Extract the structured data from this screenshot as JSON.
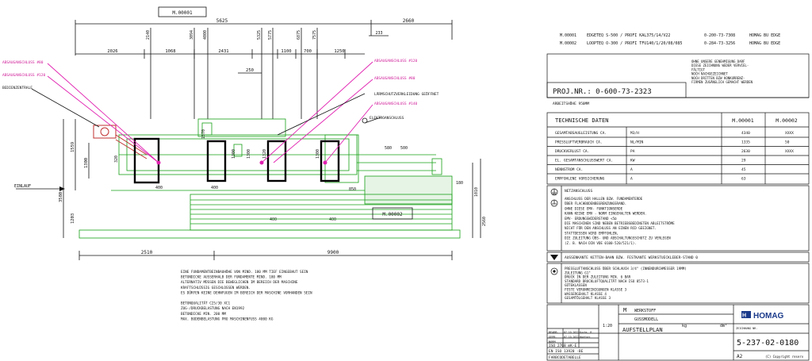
{
  "drawing": {
    "top_label": "M.00001",
    "mid_label": "M.00002",
    "dims_top": {
      "d1": "5625",
      "d2": "2660",
      "d3": "233",
      "d4": "2026",
      "d5": "1068",
      "d6": "2431",
      "d7": "1100",
      "d8": "700",
      "d9": "1250",
      "d10": "250",
      "v1": "2140",
      "v2": "3094",
      "v3": "4000",
      "v4": "5325",
      "v5": "5775",
      "v6": "6875",
      "v7": "7575"
    },
    "dims_left": {
      "a": "1300",
      "b": "1559",
      "c": "3580",
      "d": "1203",
      "e": "320"
    },
    "dims_inner": {
      "a": "400",
      "b": "400",
      "c": "1570",
      "d": "1300",
      "e": "1300",
      "f": "1320",
      "g": "1300",
      "h": "400",
      "i": "400",
      "j": "850",
      "k": "580",
      "l": "180",
      "m": "500",
      "n": "1010",
      "o": "2560"
    },
    "dims_bottom": {
      "a": "2510",
      "b": "9900"
    },
    "labels": {
      "bedien": "BEDIENZENTRALE",
      "abs1": "ABSAUGANSCHLUSS #80",
      "abs2": "ABSAUGANSCHLUSS #120",
      "abs3": "ABSAUGANSCHLUSS #120",
      "abs4": "ABSAUGANSCHLUSS #80",
      "abs5": "ABSAUGANSCHLUSS #140",
      "laerm": "LÄRMSCHUTZVERKLEIDUNG GEÖFFNET",
      "elektro": "ELEKTROANSCHLUSS",
      "einlauf": "EINLAUF"
    },
    "notes": [
      "EINE FUNDAMENTBEINBAUHÖHE VON MIND. 180 MM TIEF EINGEBAUT SEIN",
      "BETONDICKE AUSSERHALB DER FUNDAMENTE MIND. 180 MM",
      "ALTERNATIV MÜSSEN DIE BEWEGLICHEN IM BEREICH DER MASCHINE",
      "KRAFTSCHLÜSSIG GESCHLOSSEN WERDEN.",
      "ES DÜRFEN KEINE DEHNFUGEN IM BEREICH DER MASCHINE VORHANDEN SEIN",
      "",
      "BETONQUALITÄT C25/30 XC1",
      "ZUG-/DRUCKBELASTUNG          NACH     EN1992",
      "BETONDICKE MIN. 200 MM",
      "MAX. BODENBELASTUNG PRO MASCHINENFUSS 4000 KG"
    ]
  },
  "machines": [
    {
      "id": "M.00001",
      "desc": "EDGETEQ S-500 / PROFI KAL375/14/V22",
      "num": "0-200-73-7308",
      "maker": "HOMAG BU EDGE"
    },
    {
      "id": "M.00002",
      "desc": "LOOPTEQ O-300 / PROFI TFU140/1/20/08/085",
      "num": "0-284-73-3256",
      "maker": "HOMAG BU EDGE"
    }
  ],
  "copyright_note": [
    "OHNE UNSERE GENEHMIGUNG DARF",
    "DIESE ZEICHNUNG WEDER VERVIEL-",
    "FÄLTIGT",
    "NOCH NACHGEZEICHNET",
    "NOCH DRITTEN BZW KONKURRENZ-",
    "FIRMEN ZUGÄNGLICH GEMACHT WERDEN"
  ],
  "proj": {
    "label": "PROJ.NR.: 0-600-73-2323",
    "arbeitshoehe": "ARBEITSHÖHE 950MM"
  },
  "tech": {
    "header": "TECHNISCHE DATEN",
    "col1": "M.00001",
    "col2": "M.00002",
    "rows": [
      {
        "label": "GESAMTABSAUGLEISTUNG CA.",
        "unit": "M3/H",
        "v1": "4340",
        "v2": "XXXX"
      },
      {
        "label": "PRESSLUFTVERBRAUCH CA.",
        "unit": "NL/MIN",
        "v1": "1335",
        "v2": "50"
      },
      {
        "label": "DRUCKVERLUST CA.",
        "unit": "PA",
        "v1": "2630",
        "v2": "XXXX"
      },
      {
        "label": "EL. GESAMTANSCHLUSSWERT CA.",
        "unit": "KW",
        "v1": "29",
        "v2": ""
      },
      {
        "label": "NENNSTROM CA.",
        "unit": "A",
        "v1": "45",
        "v2": ""
      },
      {
        "label": "EMPFOHLENE VORSICHERUNG",
        "unit": "A",
        "v1": "63",
        "v2": ""
      }
    ]
  },
  "netz": {
    "title": "NETZANSCHLUSS",
    "lines": [
      "ANSCHLUSS DER HALLEN BZW. FUNDAMENTERDE",
      "ÜBER FLACHBODENBEGRENZUNGSRAND.",
      "OHNE DIESE EMV- FUNKTIONSERDE",
      "KANN KEINE EMV - NORM EINGEHALTEN WERDEN.",
      "EMV- ERDUNGSWIDERSTAND <5Ω",
      "DIE MASCHINEN SIND NEBEN BETRIEBSBEDINGTEN ABLEITSTRÖME",
      "NICHT FÜR DEN ANSCHLUSS AN EINEN RCD GEEIGNET.",
      "STATTDESSEN WIRD EMPFOHLEN,",
      "DIE ZULEITUNG ÜBS- UND ABSCHALTUNGSSCHUTZ ZU VERLEGEN",
      "(Z. B. NACH DIN VDE 0100-520/521/1)."
    ]
  },
  "kette": "AUSSENKANTE KETTEN-BAHN BZW. FESTKANTE WERKSTUECKLEBER-STAND 0",
  "press": {
    "lines": [
      "PRESSLUFTANSCHLUSS ÜBER SCHLAUCH 3/4\" (INNENDURCHMESSER 19MM)",
      "ZULEITUNG G1\"",
      "DRUCK IN DER ZULEITUNG MIN.               6 BAR",
      "STANDARD DRUCKLUFTQUALITÄT NACH ISO 8573-1",
      "GÜTEKLASSEN",
      "   FESTE VERUNREINIGUNGEN  KLASSE 3",
      "   WASSERGEHALT KLASSE 4",
      "   GESAMTÖLGEHALT KLASSE 3"
    ]
  },
  "titleblock": {
    "m": "M",
    "werk1": "WERKSTOFF",
    "werk2": "GUSSMODELL",
    "scale": "1:20",
    "dm": "dm²",
    "kg": "kg",
    "title": "AUFSTELLPLAN",
    "logo": "HOMAG",
    "zeich": "ZEICHNUNG NR.",
    "number": "5-237-02-0180",
    "format": "A2",
    "copy": "(C) Copyright reserv",
    "iso1": "ISO 2768 mK-E",
    "iso2": "EN ISO 13920 -BE",
    "farb": "FARBCODETABELLE",
    "bearb": "BEARB.",
    "gepr": "GEPR.",
    "norm": "NORM",
    "date1": "07.10.2022",
    "date2": "07.10.2022",
    "name1": "Kuchs, R.",
    "name2": "Haefner"
  }
}
